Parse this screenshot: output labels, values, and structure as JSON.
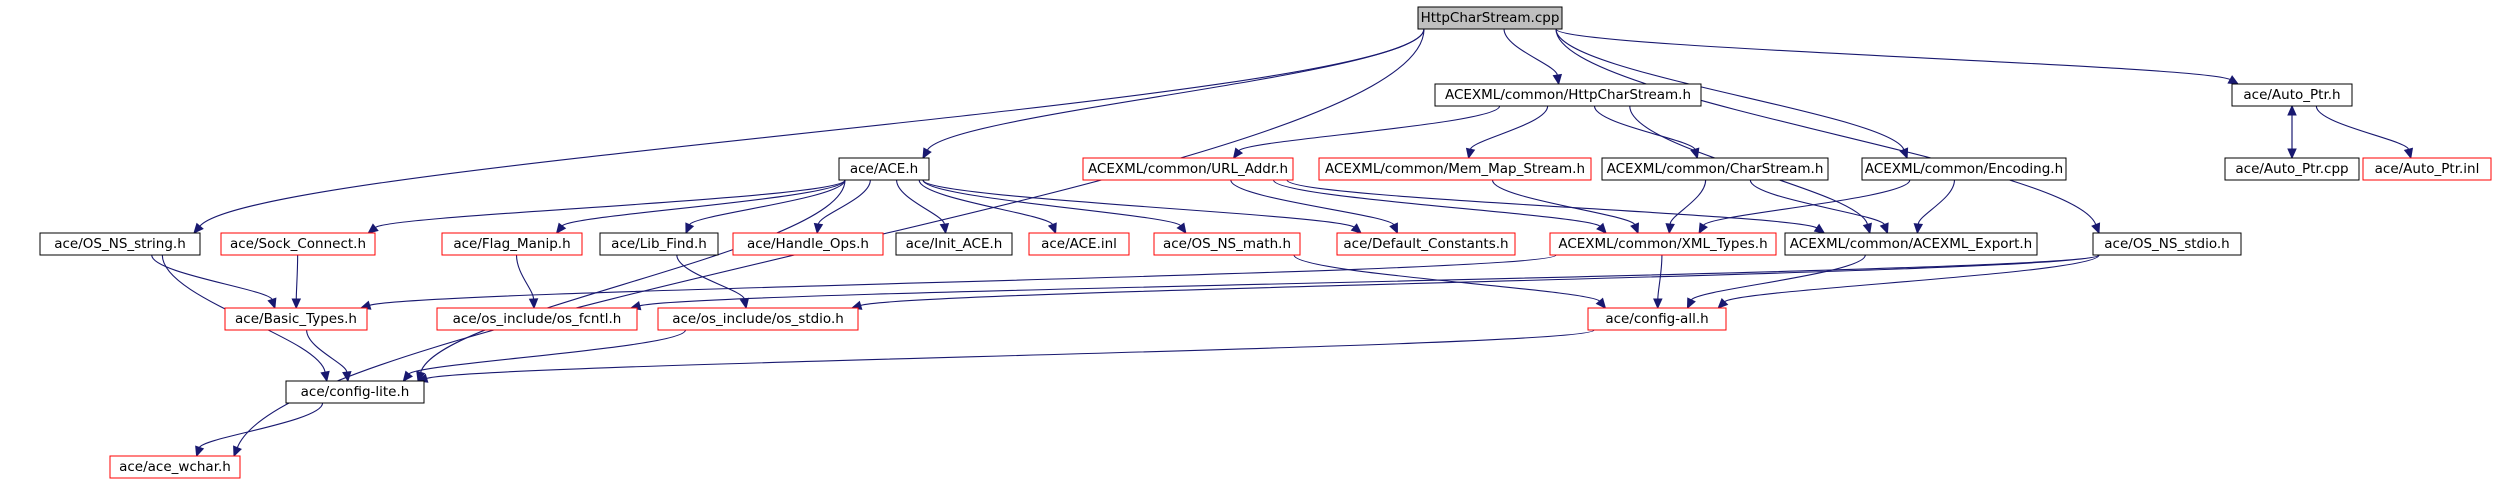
{
  "colors": {
    "edge": "#191970",
    "root_fill": "#bfbfbf",
    "ok_border": "#000000",
    "missing_border": "#ff0000"
  },
  "nodes": [
    {
      "id": "root",
      "label": "HttpCharStream.cpp",
      "kind": "root"
    },
    {
      "id": "acexml_http",
      "label": "ACEXML/common/HttpCharStream.h",
      "kind": "ok"
    },
    {
      "id": "auto_ptr_h",
      "label": "ace/Auto_Ptr.h",
      "kind": "ok"
    },
    {
      "id": "auto_ptr_cpp",
      "label": "ace/Auto_Ptr.cpp",
      "kind": "ok"
    },
    {
      "id": "auto_ptr_inl",
      "label": "ace/Auto_Ptr.inl",
      "kind": "missing"
    },
    {
      "id": "ace_h",
      "label": "ace/ACE.h",
      "kind": "ok"
    },
    {
      "id": "url_addr",
      "label": "ACEXML/common/URL_Addr.h",
      "kind": "missing"
    },
    {
      "id": "mem_map",
      "label": "ACEXML/common/Mem_Map_Stream.h",
      "kind": "missing"
    },
    {
      "id": "charstream",
      "label": "ACEXML/common/CharStream.h",
      "kind": "ok"
    },
    {
      "id": "encoding",
      "label": "ACEXML/common/Encoding.h",
      "kind": "ok"
    },
    {
      "id": "os_ns_string",
      "label": "ace/OS_NS_string.h",
      "kind": "ok"
    },
    {
      "id": "sock_connect",
      "label": "ace/Sock_Connect.h",
      "kind": "missing"
    },
    {
      "id": "flag_manip",
      "label": "ace/Flag_Manip.h",
      "kind": "missing"
    },
    {
      "id": "lib_find",
      "label": "ace/Lib_Find.h",
      "kind": "ok"
    },
    {
      "id": "handle_ops",
      "label": "ace/Handle_Ops.h",
      "kind": "missing"
    },
    {
      "id": "init_ace",
      "label": "ace/Init_ACE.h",
      "kind": "ok"
    },
    {
      "id": "ace_inl",
      "label": "ace/ACE.inl",
      "kind": "missing"
    },
    {
      "id": "os_ns_math",
      "label": "ace/OS_NS_math.h",
      "kind": "missing"
    },
    {
      "id": "default_constants",
      "label": "ace/Default_Constants.h",
      "kind": "missing"
    },
    {
      "id": "xml_types",
      "label": "ACEXML/common/XML_Types.h",
      "kind": "missing"
    },
    {
      "id": "acexml_export",
      "label": "ACEXML/common/ACEXML_Export.h",
      "kind": "ok"
    },
    {
      "id": "os_ns_stdio",
      "label": "ace/OS_NS_stdio.h",
      "kind": "ok"
    },
    {
      "id": "basic_types",
      "label": "ace/Basic_Types.h",
      "kind": "missing"
    },
    {
      "id": "os_fcntl",
      "label": "ace/os_include/os_fcntl.h",
      "kind": "missing"
    },
    {
      "id": "os_stdio",
      "label": "ace/os_include/os_stdio.h",
      "kind": "missing"
    },
    {
      "id": "config_all",
      "label": "ace/config-all.h",
      "kind": "missing"
    },
    {
      "id": "config_lite",
      "label": "ace/config-lite.h",
      "kind": "ok"
    },
    {
      "id": "ace_wchar",
      "label": "ace/ace_wchar.h",
      "kind": "missing"
    }
  ],
  "edges": [
    [
      "root",
      "acexml_http"
    ],
    [
      "root",
      "auto_ptr_h"
    ],
    [
      "root",
      "ace_h"
    ],
    [
      "root",
      "encoding"
    ],
    [
      "root",
      "os_ns_string"
    ],
    [
      "root",
      "os_ns_stdio"
    ],
    [
      "root",
      "ace_wchar"
    ],
    [
      "acexml_http",
      "url_addr"
    ],
    [
      "acexml_http",
      "mem_map"
    ],
    [
      "acexml_http",
      "charstream"
    ],
    [
      "acexml_http",
      "acexml_export"
    ],
    [
      "auto_ptr_h",
      "auto_ptr_cpp"
    ],
    [
      "auto_ptr_cpp",
      "auto_ptr_h"
    ],
    [
      "auto_ptr_h",
      "auto_ptr_inl"
    ],
    [
      "ace_h",
      "sock_connect"
    ],
    [
      "ace_h",
      "flag_manip"
    ],
    [
      "ace_h",
      "lib_find"
    ],
    [
      "ace_h",
      "handle_ops"
    ],
    [
      "ace_h",
      "init_ace"
    ],
    [
      "ace_h",
      "ace_inl"
    ],
    [
      "ace_h",
      "os_ns_math"
    ],
    [
      "ace_h",
      "default_constants"
    ],
    [
      "ace_h",
      "config_lite"
    ],
    [
      "url_addr",
      "default_constants"
    ],
    [
      "url_addr",
      "xml_types"
    ],
    [
      "url_addr",
      "acexml_export"
    ],
    [
      "mem_map",
      "xml_types"
    ],
    [
      "charstream",
      "xml_types"
    ],
    [
      "charstream",
      "acexml_export"
    ],
    [
      "encoding",
      "xml_types"
    ],
    [
      "encoding",
      "acexml_export"
    ],
    [
      "os_ns_string",
      "basic_types"
    ],
    [
      "os_ns_string",
      "config_lite"
    ],
    [
      "sock_connect",
      "basic_types"
    ],
    [
      "flag_manip",
      "os_fcntl"
    ],
    [
      "lib_find",
      "os_stdio"
    ],
    [
      "os_ns_math",
      "config_all"
    ],
    [
      "xml_types",
      "basic_types"
    ],
    [
      "xml_types",
      "config_all"
    ],
    [
      "acexml_export",
      "config_all"
    ],
    [
      "os_ns_stdio",
      "os_fcntl"
    ],
    [
      "os_ns_stdio",
      "os_stdio"
    ],
    [
      "os_ns_stdio",
      "config_all"
    ],
    [
      "basic_types",
      "config_lite"
    ],
    [
      "os_stdio",
      "config_lite"
    ],
    [
      "config_all",
      "config_lite"
    ],
    [
      "config_lite",
      "ace_wchar"
    ]
  ]
}
